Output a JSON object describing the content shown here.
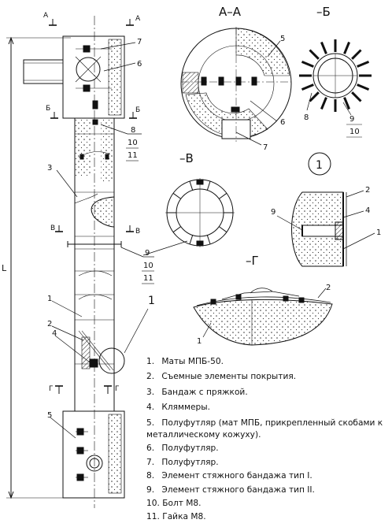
{
  "views": {
    "section_aa": "А–А",
    "view_b": "–Б",
    "view_v": "–В",
    "view_g": "–Г",
    "detail_1": "1"
  },
  "section_marks": {
    "a": "А",
    "b": "Б",
    "v": "В",
    "g": "Г"
  },
  "dimension": {
    "length": "L"
  },
  "callouts": {
    "main": [
      "7",
      "6",
      "8",
      "10",
      "11",
      "3",
      "9",
      "10",
      "11",
      "1",
      "2",
      "4",
      "5",
      "1"
    ],
    "section_aa": [
      "5",
      "6",
      "7"
    ],
    "view_b": [
      "8",
      "9",
      "10"
    ],
    "detail_1": [
      "2",
      "9",
      "4",
      "1"
    ],
    "view_g": [
      "2",
      "1"
    ]
  },
  "legend": [
    {
      "num": "1.",
      "text": "Маты МПБ-50."
    },
    {
      "num": "2.",
      "text": "Съемные элементы покрытия."
    },
    {
      "num": "3.",
      "text": "Бандаж с пряжкой."
    },
    {
      "num": "4.",
      "text": "Кляммеры."
    },
    {
      "num": "5.",
      "text": "Полуфутляр (мат МПБ, прикрепленный скобами к металлическому кожуху)."
    },
    {
      "num": "6.",
      "text": "Полуфутляр."
    },
    {
      "num": "7.",
      "text": "Полуфутляр."
    },
    {
      "num": "8.",
      "text": "Элемент стяжного бандажа тип I."
    },
    {
      "num": "9.",
      "text": "Элемент стяжного бандажа тип II."
    },
    {
      "num": "10.",
      "text": "Болт М8."
    },
    {
      "num": "11.",
      "text": "Гайка М8."
    }
  ]
}
